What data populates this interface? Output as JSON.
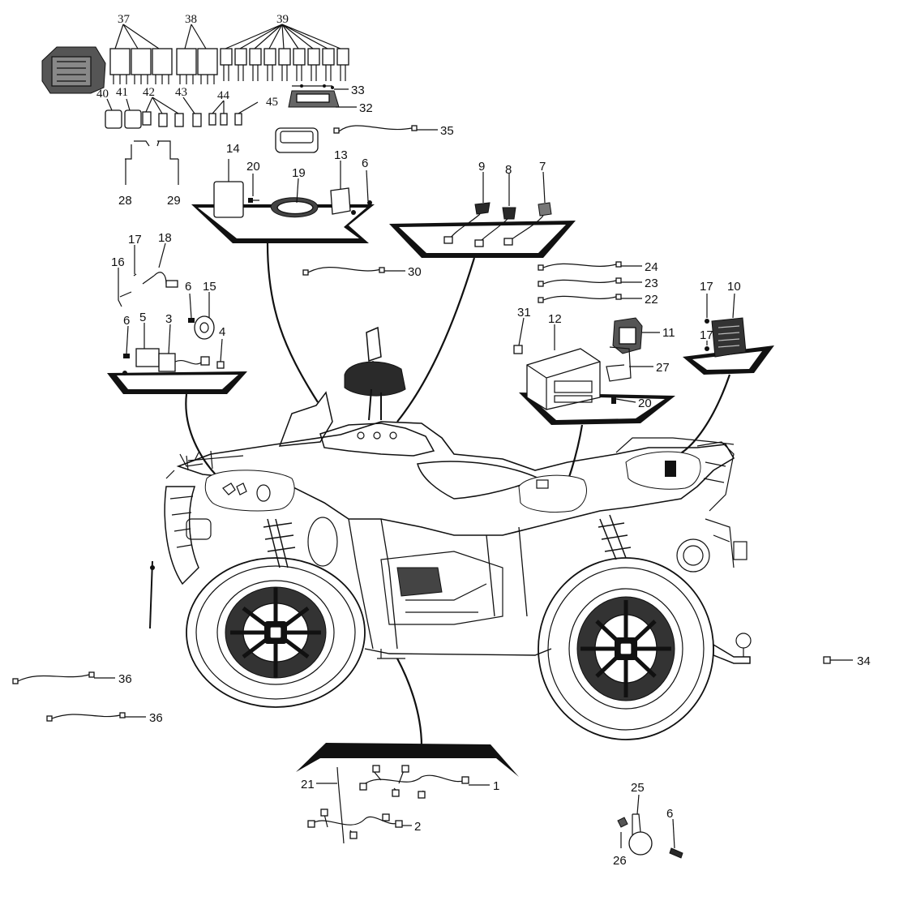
{
  "callouts": [
    "1",
    "2",
    "3",
    "4",
    "5",
    "6",
    "7",
    "8",
    "9",
    "10",
    "11",
    "12",
    "13",
    "14",
    "15",
    "16",
    "17",
    "18",
    "19",
    "20",
    "21",
    "22",
    "23",
    "24",
    "25",
    "26",
    "27",
    "28",
    "29",
    "30",
    "31",
    "32",
    "33",
    "34",
    "35",
    "36",
    "37",
    "38",
    "39",
    "40",
    "41",
    "42",
    "43",
    "44",
    "45"
  ],
  "colors": {
    "line": "#111111",
    "background": "#ffffff"
  }
}
